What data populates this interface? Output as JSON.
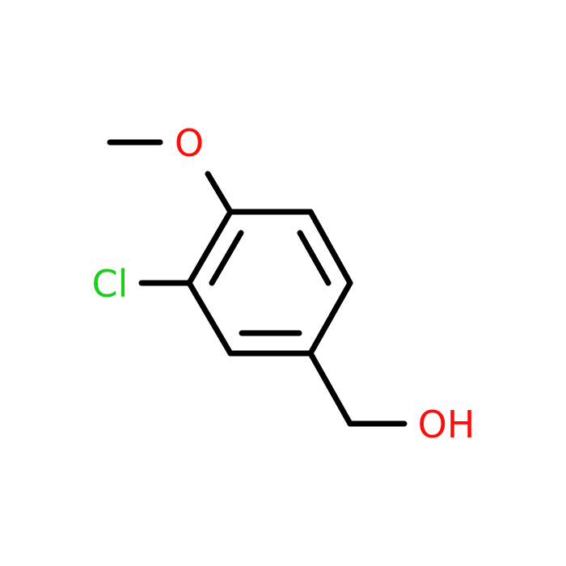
{
  "molecule": {
    "atoms": {
      "oxygen_methoxy": {
        "label": "O",
        "color": "#ff0d0d"
      },
      "chlorine": {
        "label": "Cl",
        "color": "#1fcc1f"
      },
      "hydroxyl": {
        "label": "OH",
        "color": "#ff0d0d"
      }
    },
    "bond_color": "#000000"
  }
}
